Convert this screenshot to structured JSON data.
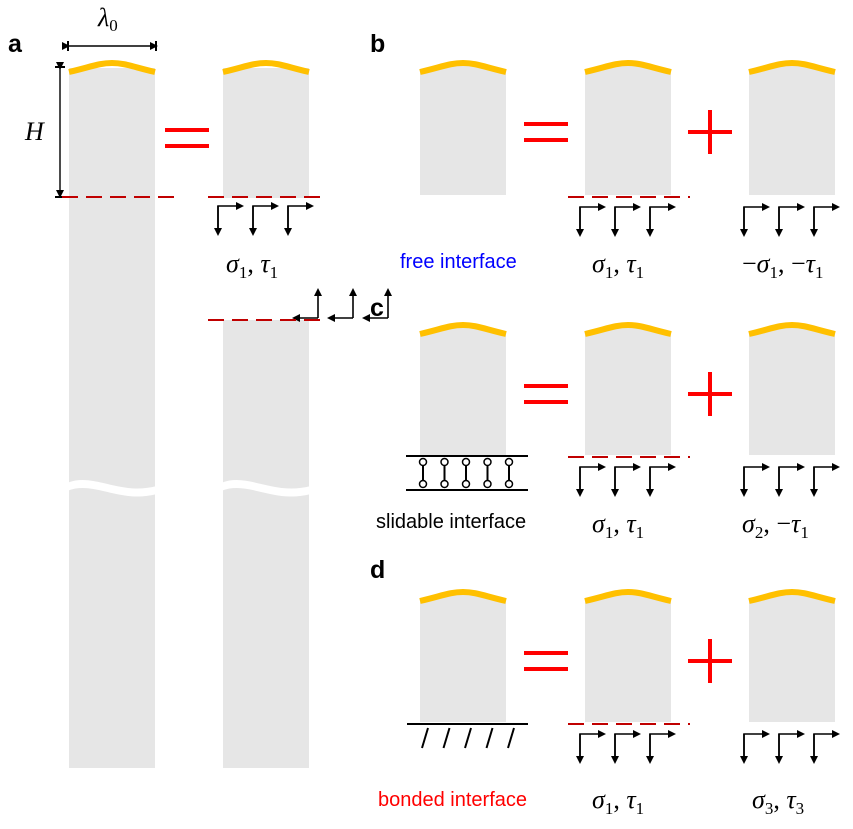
{
  "figure": {
    "panels": [
      {
        "id": "a",
        "label": "a",
        "dimension_labels": {
          "width": "λ",
          "width_sub": "0",
          "height": "H"
        },
        "operator": "equals",
        "right_side_labels": [
          {
            "sym1": "σ",
            "sub1": "1",
            "sep": ", ",
            "sym2": "τ",
            "sub2": "1"
          }
        ]
      },
      {
        "id": "b",
        "label": "b",
        "caption": "free interface",
        "caption_color": "#0000ff",
        "operators": [
          "equals",
          "plus"
        ],
        "load_labels": [
          {
            "pre1": "",
            "sym1": "σ",
            "sub1": "1",
            "sep": ", ",
            "pre2": "",
            "sym2": "τ",
            "sub2": "1"
          },
          {
            "pre1": "−",
            "sym1": "σ",
            "sub1": "1",
            "sep": ", ",
            "pre2": "−",
            "sym2": "τ",
            "sub2": "1"
          }
        ]
      },
      {
        "id": "c",
        "label": "c",
        "caption": "slidable interface",
        "caption_color": "#000000",
        "operators": [
          "equals",
          "plus"
        ],
        "load_labels": [
          {
            "pre1": "",
            "sym1": "σ",
            "sub1": "1",
            "sep": ", ",
            "pre2": "",
            "sym2": "τ",
            "sub2": "1"
          },
          {
            "pre1": "",
            "sym1": "σ",
            "sub1": "2",
            "sep": ", ",
            "pre2": "−",
            "sym2": "τ",
            "sub2": "1"
          }
        ]
      },
      {
        "id": "d",
        "label": "d",
        "caption": "bonded interface",
        "caption_color": "#ff0000",
        "operators": [
          "equals",
          "plus"
        ],
        "load_labels": [
          {
            "pre1": "",
            "sym1": "σ",
            "sub1": "1",
            "sep": ", ",
            "pre2": "",
            "sym2": "τ",
            "sub2": "1"
          },
          {
            "pre1": "",
            "sym1": "σ",
            "sub1": "3",
            "sep": ", ",
            "pre2": "",
            "sym2": "τ",
            "sub2": "3"
          }
        ]
      }
    ],
    "colors": {
      "film_surface": "#ffc000",
      "substrate": "#e6e6e6",
      "interface_cut": "#c00000",
      "operator": "#ff0000"
    }
  }
}
